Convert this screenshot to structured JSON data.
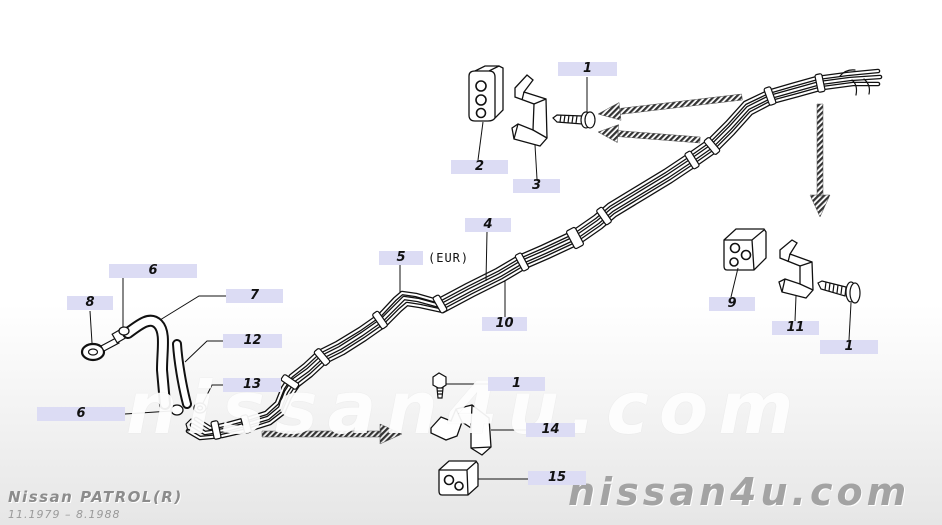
{
  "page": {
    "model": "Nissan PATROL(R)",
    "period": "11.1979 – 8.1988"
  },
  "watermark": {
    "center_text": "nissan4u.com",
    "brand_text": "nissan4u.com"
  },
  "annotations": {
    "eur": "(EUR)"
  },
  "callouts": [
    {
      "label": "1"
    },
    {
      "label": "2"
    },
    {
      "label": "3"
    },
    {
      "label": "4"
    },
    {
      "label": "5"
    },
    {
      "label": "6"
    },
    {
      "label": "7"
    },
    {
      "label": "8"
    },
    {
      "label": "9"
    },
    {
      "label": "10"
    },
    {
      "label": "11"
    },
    {
      "label": "1"
    },
    {
      "label": "12"
    },
    {
      "label": "13"
    },
    {
      "label": "1"
    },
    {
      "label": "6"
    },
    {
      "label": "14"
    },
    {
      "label": "15"
    }
  ],
  "colors": {
    "callout_background": "#dcdcf4",
    "line_art": "#111111",
    "arrow_hatch": "#333333",
    "watermark_gray": "#a3a3a3",
    "background_bottom": "#e6e6e6"
  },
  "icons": [
    "fuel-pipe",
    "pipe-clip",
    "grommet",
    "bracket",
    "bolt",
    "eye-bolt",
    "hose",
    "direction-arrow"
  ]
}
